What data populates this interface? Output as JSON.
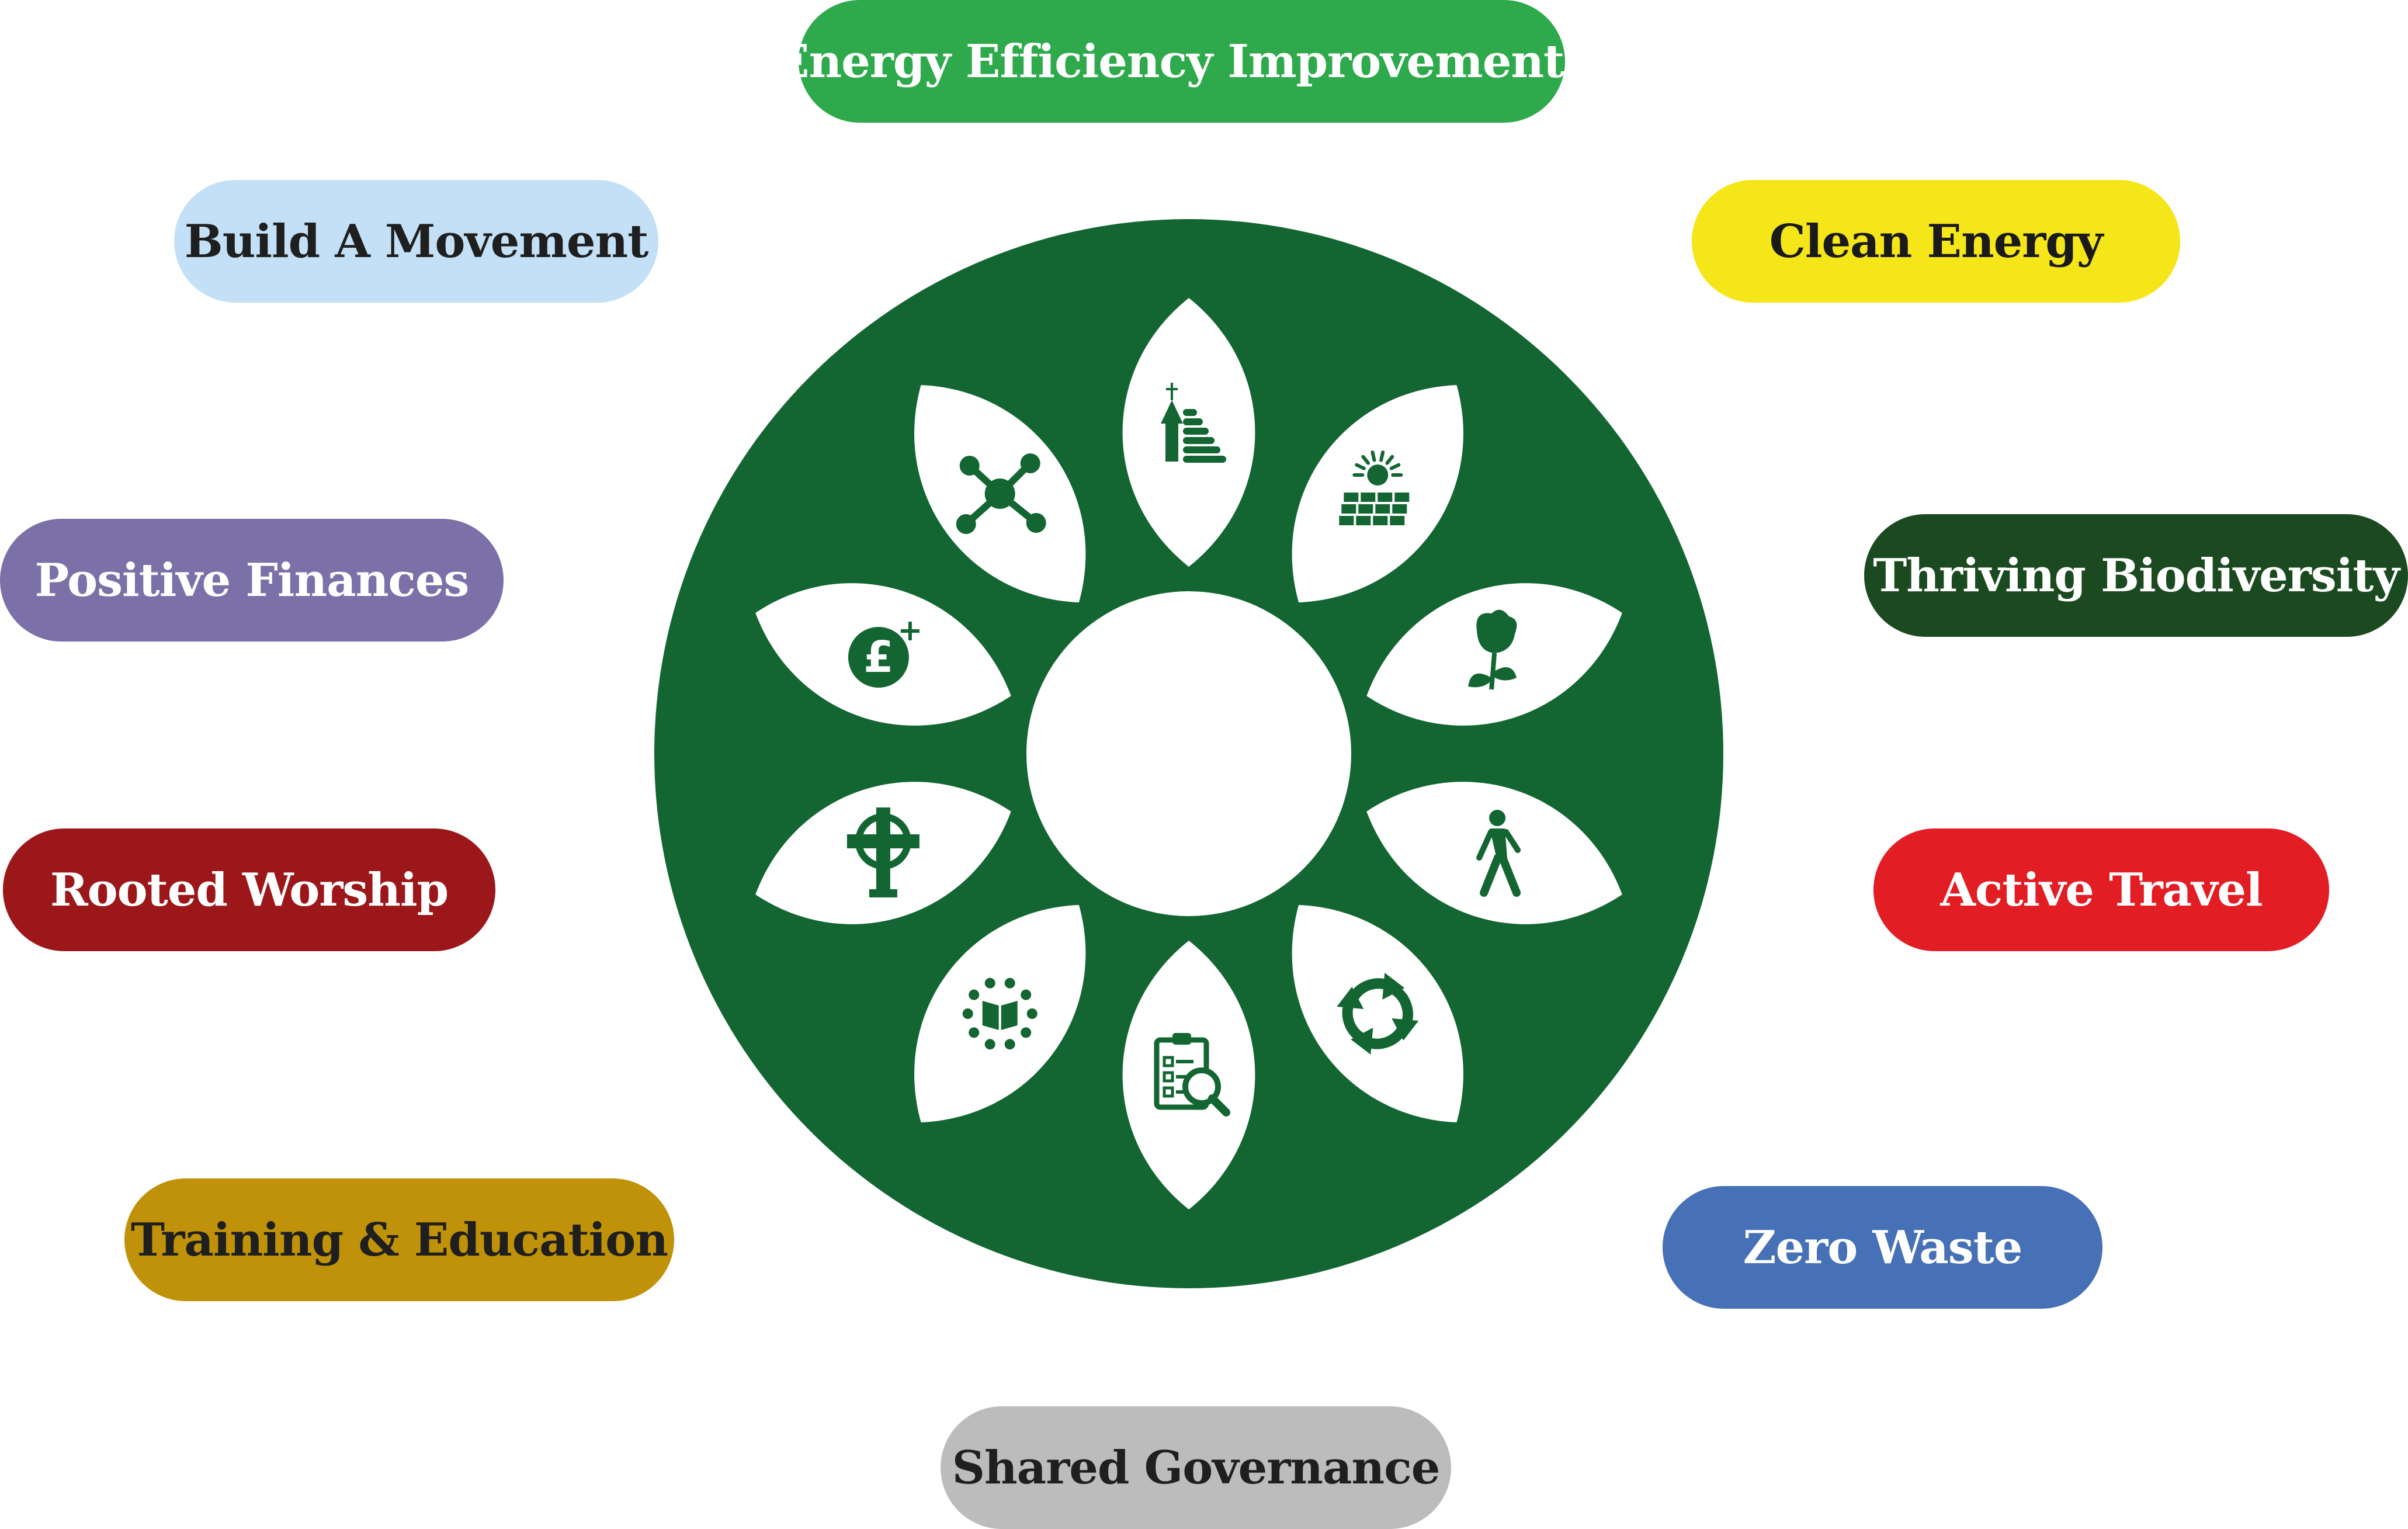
{
  "wheel": {
    "ring_color": "#136632",
    "hub_color": "#ffffff",
    "petal_color": "#ffffff",
    "icon_color": "#136632"
  },
  "petals": [
    {
      "icon": "church-energy-rating-icon"
    },
    {
      "icon": "solar-panel-icon"
    },
    {
      "icon": "flower-icon"
    },
    {
      "icon": "walking-person-icon"
    },
    {
      "icon": "recycle-arrows-icon"
    },
    {
      "icon": "clipboard-search-icon"
    },
    {
      "icon": "book-community-icon"
    },
    {
      "icon": "celtic-cross-icon"
    },
    {
      "icon": "pound-plus-icon"
    },
    {
      "icon": "network-nodes-icon"
    }
  ],
  "themes": [
    {
      "id": "energy-efficiency",
      "label": "Energy Efficiency Improvements",
      "bg": "#2eaa4c",
      "fg": "#ffffff"
    },
    {
      "id": "clean-energy",
      "label": "Clean Energy",
      "bg": "#f5e61a",
      "fg": "#1a1a1a"
    },
    {
      "id": "thriving-biodiversity",
      "label": "Thriving Biodiversity",
      "bg": "#1c4a20",
      "fg": "#ffffff"
    },
    {
      "id": "active-travel",
      "label": "Active Travel",
      "bg": "#e21d24",
      "fg": "#ffffff"
    },
    {
      "id": "zero-waste",
      "label": "Zero Waste",
      "bg": "#4671b7",
      "fg": "#ffffff"
    },
    {
      "id": "shared-governance",
      "label": "Shared Governance",
      "bg": "#bcbcbc",
      "fg": "#1f1f1f"
    },
    {
      "id": "training-education",
      "label": "Training & Education",
      "bg": "#bf9209",
      "fg": "#1f1f1f"
    },
    {
      "id": "rooted-worship",
      "label": "Rooted Worship",
      "bg": "#9b171a",
      "fg": "#ffffff"
    },
    {
      "id": "positive-finances",
      "label": "Positive Finances",
      "bg": "#7c70a8",
      "fg": "#ffffff"
    },
    {
      "id": "build-a-movement",
      "label": "Build A Movement",
      "bg": "#c3e0f6",
      "fg": "#1f1f1f"
    }
  ]
}
